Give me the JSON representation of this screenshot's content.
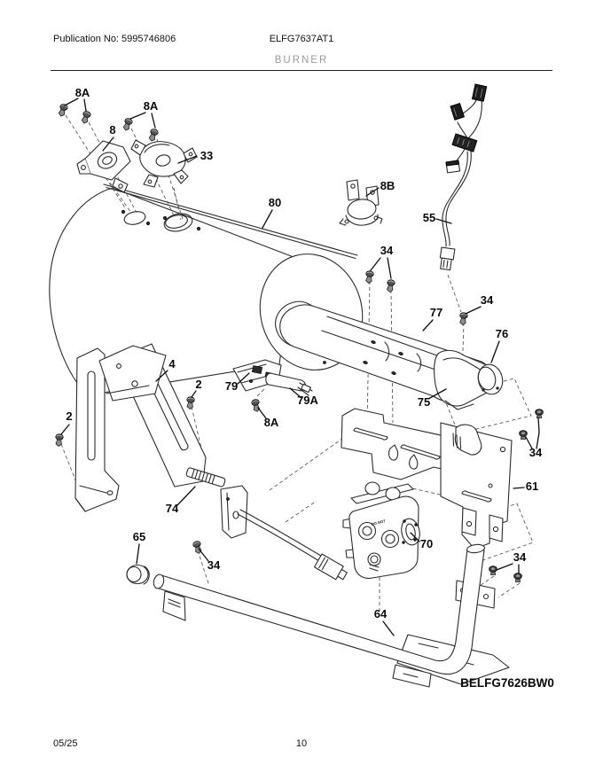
{
  "header": {
    "publication": "Publication No: 5995746806",
    "model": "ELFG7637AT1",
    "section_title": "BURNER"
  },
  "footer": {
    "date": "05/25",
    "page_number": "10"
  },
  "diagram": {
    "code": "BELFG7626BW0",
    "valve_marking": "DO NOT",
    "callouts": [
      {
        "text": "8A"
      },
      {
        "text": "8"
      },
      {
        "text": "8A"
      },
      {
        "text": "33"
      },
      {
        "text": "8B"
      },
      {
        "text": "55"
      },
      {
        "text": "80"
      },
      {
        "text": "34"
      },
      {
        "text": "34"
      },
      {
        "text": "77"
      },
      {
        "text": "76"
      },
      {
        "text": "75"
      },
      {
        "text": "79"
      },
      {
        "text": "79A"
      },
      {
        "text": "8A"
      },
      {
        "text": "4"
      },
      {
        "text": "2"
      },
      {
        "text": "2"
      },
      {
        "text": "61"
      },
      {
        "text": "34"
      },
      {
        "text": "74"
      },
      {
        "text": "34"
      },
      {
        "text": "65"
      },
      {
        "text": "70"
      },
      {
        "text": "34"
      },
      {
        "text": "64"
      }
    ]
  },
  "colors": {
    "line": "#2b2b2b",
    "muted_title": "#9b9b9b",
    "background": "#ffffff"
  }
}
